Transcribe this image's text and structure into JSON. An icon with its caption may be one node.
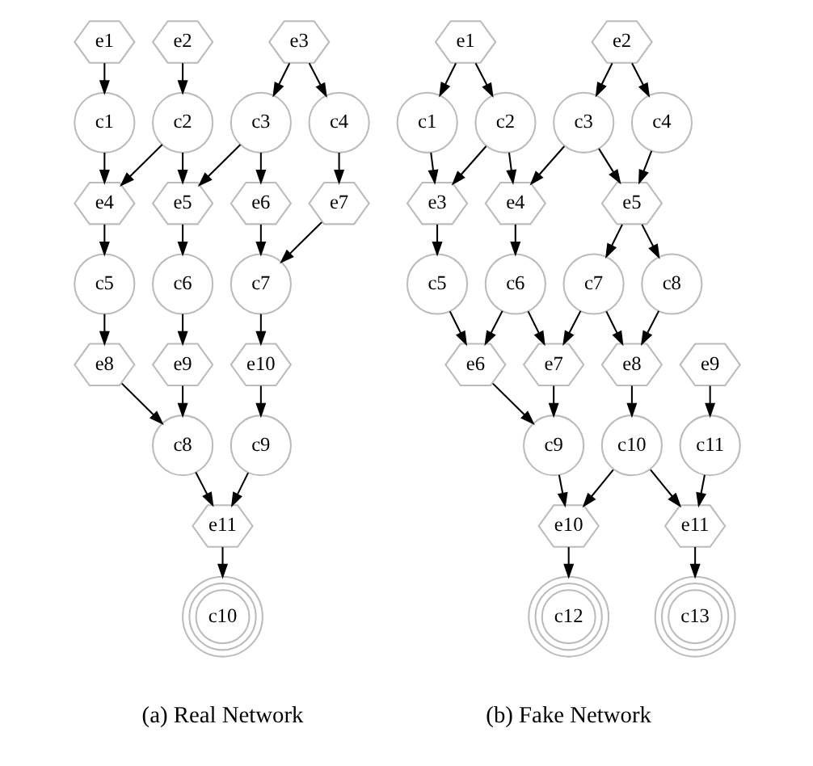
{
  "diagram": {
    "nodes": [
      {
        "text": [
          "e1"
        ]
      },
      {
        "text": [
          "e2"
        ]
      },
      {
        "text": [
          "e3"
        ]
      },
      {
        "text": [
          "c1"
        ]
      },
      {
        "text": [
          "c2"
        ]
      },
      {
        "text": [
          "c3"
        ]
      },
      {
        "text": [
          "c4"
        ]
      },
      {
        "text": [
          "e4"
        ]
      },
      {
        "text": [
          "e5"
        ]
      },
      {
        "text": [
          "e6"
        ]
      },
      {
        "text": [
          "e7"
        ]
      },
      {
        "text": [
          "c5"
        ]
      },
      {
        "text": [
          "c6"
        ]
      },
      {
        "text": [
          "c7"
        ]
      },
      {
        "text": [
          "e8"
        ]
      },
      {
        "text": [
          "e9"
        ]
      },
      {
        "text": [
          "e10"
        ]
      },
      {
        "text": [
          "c8"
        ]
      },
      {
        "text": [
          "c9"
        ]
      },
      {
        "text": [
          "e11"
        ]
      },
      {
        "text": [
          "c10"
        ]
      },
      {
        "text": [
          "e1"
        ]
      },
      {
        "text": [
          "e2"
        ]
      },
      {
        "text": [
          "c1"
        ]
      },
      {
        "text": [
          "c2"
        ]
      },
      {
        "text": [
          "c3"
        ]
      },
      {
        "text": [
          "c4"
        ]
      },
      {
        "text": [
          "e3"
        ]
      },
      {
        "text": [
          "e4"
        ]
      },
      {
        "text": [
          "e5"
        ]
      },
      {
        "text": [
          "c5"
        ]
      },
      {
        "text": [
          "c6"
        ]
      },
      {
        "text": [
          "c7"
        ]
      },
      {
        "text": [
          "c8"
        ]
      },
      {
        "text": [
          "e6"
        ]
      },
      {
        "text": [
          "e7"
        ]
      },
      {
        "text": [
          "e8"
        ]
      },
      {
        "text": [
          "e9"
        ]
      },
      {
        "text": [
          "c9"
        ]
      },
      {
        "text": [
          "c10"
        ]
      },
      {
        "text": [
          "c11"
        ]
      },
      {
        "text": [
          "e10"
        ]
      },
      {
        "text": [
          "e11"
        ]
      },
      {
        "text": [
          "c12"
        ]
      },
      {
        "text": [
          "c13"
        ]
      }
    ],
    "edges": [
      {
        "from": 0,
        "to": 3,
        "arrow": "to"
      },
      {
        "from": 1,
        "to": 4,
        "arrow": "to"
      },
      {
        "from": 2,
        "to": 5,
        "arrow": "to"
      },
      {
        "from": 2,
        "to": 6,
        "arrow": "to"
      },
      {
        "from": 3,
        "to": 7,
        "arrow": "to"
      },
      {
        "from": 4,
        "to": 7,
        "arrow": "to"
      },
      {
        "from": 4,
        "to": 8,
        "arrow": "to"
      },
      {
        "from": 5,
        "to": 8,
        "arrow": "to"
      },
      {
        "from": 5,
        "to": 9,
        "arrow": "to"
      },
      {
        "from": 6,
        "to": 10,
        "arrow": "to"
      },
      {
        "from": 7,
        "to": 11,
        "arrow": "to"
      },
      {
        "from": 8,
        "to": 12,
        "arrow": "to"
      },
      {
        "from": 9,
        "to": 13,
        "arrow": "to"
      },
      {
        "from": 10,
        "to": 13,
        "arrow": "to"
      },
      {
        "from": 11,
        "to": 14,
        "arrow": "to"
      },
      {
        "from": 12,
        "to": 15,
        "arrow": "to"
      },
      {
        "from": 13,
        "to": 16,
        "arrow": "to"
      },
      {
        "from": 14,
        "to": 17,
        "arrow": "to"
      },
      {
        "from": 15,
        "to": 17,
        "arrow": "to"
      },
      {
        "from": 16,
        "to": 18,
        "arrow": "to"
      },
      {
        "from": 17,
        "to": 19,
        "arrow": "to"
      },
      {
        "from": 18,
        "to": 19,
        "arrow": "to"
      },
      {
        "from": 19,
        "to": 20,
        "arrow": "to"
      },
      {
        "from": 21,
        "to": 23,
        "arrow": "to"
      },
      {
        "from": 21,
        "to": 24,
        "arrow": "to"
      },
      {
        "from": 22,
        "to": 25,
        "arrow": "to"
      },
      {
        "from": 22,
        "to": 26,
        "arrow": "to"
      },
      {
        "from": 23,
        "to": 27,
        "arrow": "to"
      },
      {
        "from": 24,
        "to": 27,
        "arrow": "to"
      },
      {
        "from": 24,
        "to": 28,
        "arrow": "to"
      },
      {
        "from": 25,
        "to": 28,
        "arrow": "to"
      },
      {
        "from": 25,
        "to": 29,
        "arrow": "to"
      },
      {
        "from": 26,
        "to": 29,
        "arrow": "to"
      },
      {
        "from": 27,
        "to": 30,
        "arrow": "to"
      },
      {
        "from": 28,
        "to": 31,
        "arrow": "to"
      },
      {
        "from": 29,
        "to": 32,
        "arrow": "to"
      },
      {
        "from": 29,
        "to": 33,
        "arrow": "to"
      },
      {
        "from": 30,
        "to": 34,
        "arrow": "to"
      },
      {
        "from": 31,
        "to": 34,
        "arrow": "to"
      },
      {
        "from": 31,
        "to": 35,
        "arrow": "to"
      },
      {
        "from": 32,
        "to": 35,
        "arrow": "to"
      },
      {
        "from": 32,
        "to": 36,
        "arrow": "to"
      },
      {
        "from": 33,
        "to": 36,
        "arrow": "to"
      },
      {
        "from": 34,
        "to": 38,
        "arrow": "to"
      },
      {
        "from": 35,
        "to": 38,
        "arrow": "to"
      },
      {
        "from": 36,
        "to": 39,
        "arrow": "to"
      },
      {
        "from": 37,
        "to": 40,
        "arrow": "to"
      },
      {
        "from": 38,
        "to": 41,
        "arrow": "to"
      },
      {
        "from": 39,
        "to": 41,
        "arrow": "to"
      },
      {
        "from": 39,
        "to": 42,
        "arrow": "to"
      },
      {
        "from": 40,
        "to": 42,
        "arrow": "to"
      },
      {
        "from": 41,
        "to": 43,
        "arrow": "to"
      },
      {
        "from": 42,
        "to": 44,
        "arrow": "to"
      }
    ],
    "labels": [
      "(a) Real Network",
      "(b) Fake Network"
    ]
  }
}
